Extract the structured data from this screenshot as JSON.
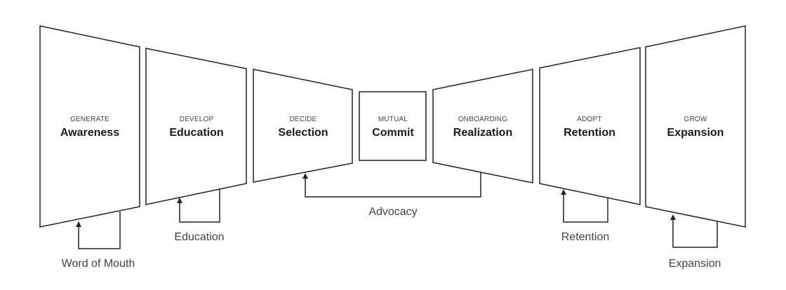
{
  "stages": [
    {
      "caption": "GENERATE",
      "title": "Awareness"
    },
    {
      "caption": "DEVELOP",
      "title": "Education"
    },
    {
      "caption": "DECIDE",
      "title": "Selection"
    },
    {
      "caption": "MUTUAL",
      "title": "Commit"
    },
    {
      "caption": "ONBOARDING",
      "title": "Realization"
    },
    {
      "caption": "ADOPT",
      "title": "Retention"
    },
    {
      "caption": "GROW",
      "title": "Expansion"
    }
  ],
  "loops": [
    {
      "label": "Word of Mouth"
    },
    {
      "label": "Education"
    },
    {
      "label": "Advocacy"
    },
    {
      "label": "Retention"
    },
    {
      "label": "Expansion"
    }
  ]
}
